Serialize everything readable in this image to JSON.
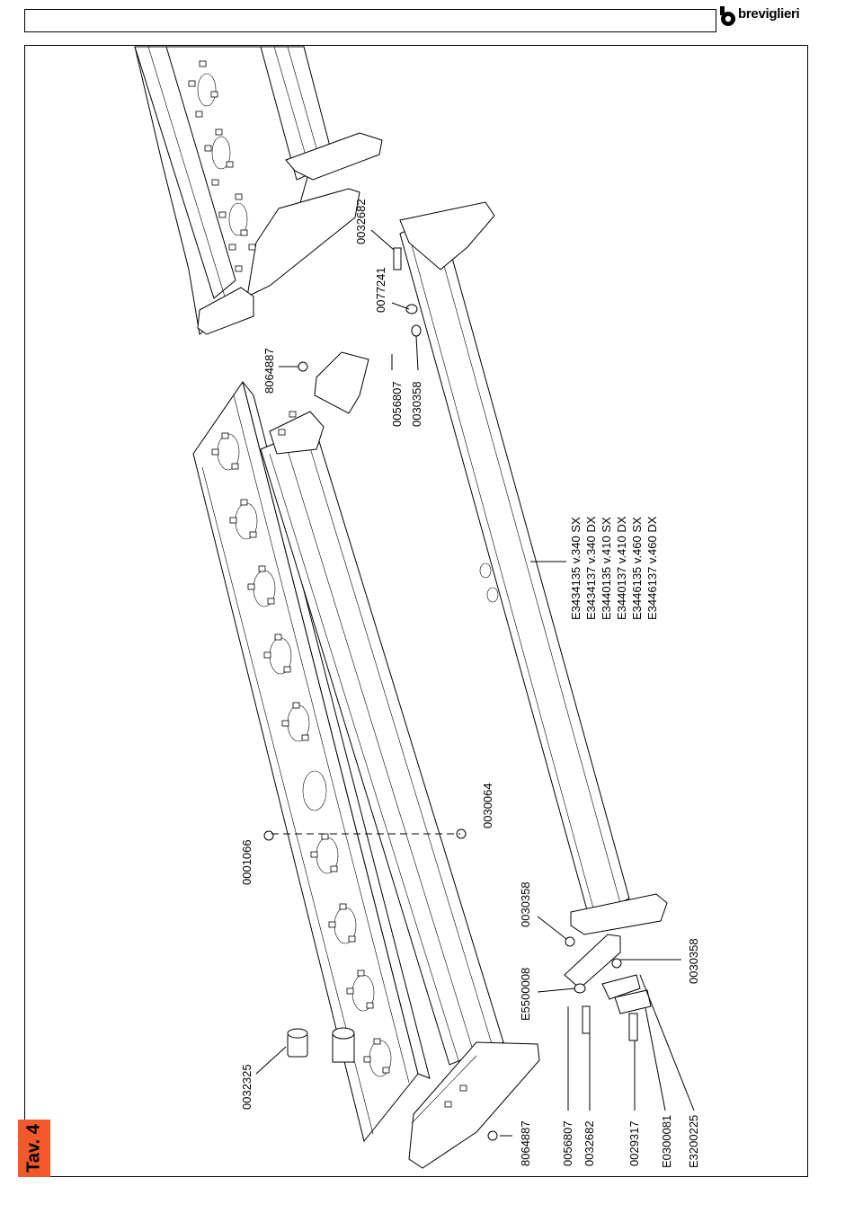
{
  "brand": {
    "name": "breviglieri"
  },
  "tab": {
    "label": "Tav. 4",
    "color": "#f2592a"
  },
  "callouts": {
    "c0032682_top": "0032682",
    "c0077241": "0077241",
    "c0056807_top": "0056807",
    "c0030358_top": "0030358",
    "c8064887_top": "8064887",
    "c0030064": "0030064",
    "c0001066": "0001066",
    "c0032325": "0032325",
    "c8064887_bottom": "8064887",
    "c0030358_mid": "0030358",
    "cE5500008": "E5500008",
    "c0056807_bottom": "0056807",
    "c0032682_bottom": "0032682",
    "c0029317": "0029317",
    "cE0300081": "E0300081",
    "cE3200225": "E3200225",
    "c0030358_right": "0030358"
  },
  "beam_codes": [
    "E3434135 v.340 SX",
    "E3434137 v.340 DX",
    "E3440135 v.410 SX",
    "E3440137 v.410 DX",
    "E3446135 v.460 SX",
    "E3446137 v.460 DX"
  ]
}
